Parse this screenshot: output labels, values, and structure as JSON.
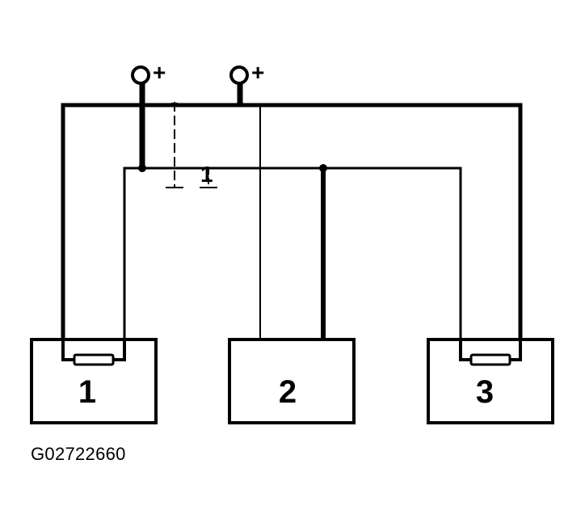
{
  "colors": {
    "line": "#000000",
    "background": "#ffffff"
  },
  "terminals": [
    {
      "symbol": "+"
    },
    {
      "symbol": "+"
    }
  ],
  "components": [
    {
      "label": "1"
    },
    {
      "label": "2"
    },
    {
      "label": "3"
    }
  ],
  "reference_label": "1",
  "figure_id": "G02722660"
}
